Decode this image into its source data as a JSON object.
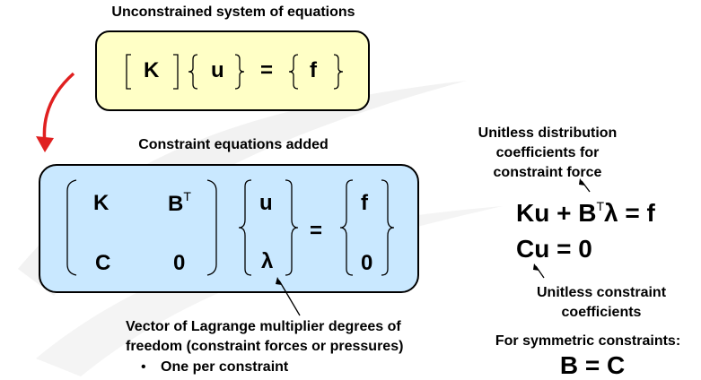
{
  "top": {
    "title": "Unconstrained system of equations",
    "k": "K",
    "u": "u",
    "eq": "=",
    "f": "f"
  },
  "middle": {
    "title": "Constraint equations added"
  },
  "matrix": {
    "r1c1": "K",
    "r1c2": "B",
    "r1c2_sup": "T",
    "r2c1": "C",
    "r2c2": "0",
    "v1": "u",
    "v2": "λ",
    "eq": "=",
    "f1": "f",
    "f2": "0"
  },
  "lagrange_note": {
    "line1": "Vector of Lagrange multiplier degrees of",
    "line2": "freedom (constraint forces or pressures)",
    "bullet_mark": "•",
    "bullet": "One per constraint"
  },
  "right": {
    "dist_note": [
      "Unitless distribution",
      "coefficients for",
      "constraint force"
    ],
    "eq1_a": "Ku + B",
    "eq1_sup": "T",
    "eq1_b": "λ = f",
    "eq2": "Cu = 0",
    "coef_note": [
      "Unitless constraint",
      "coefficients"
    ],
    "sym_label": "For symmetric constraints:",
    "sym_eq": "B = C"
  },
  "colors": {
    "box1": "#ffffc6",
    "box2": "#c9e8ff",
    "arrow": "#e02020"
  }
}
